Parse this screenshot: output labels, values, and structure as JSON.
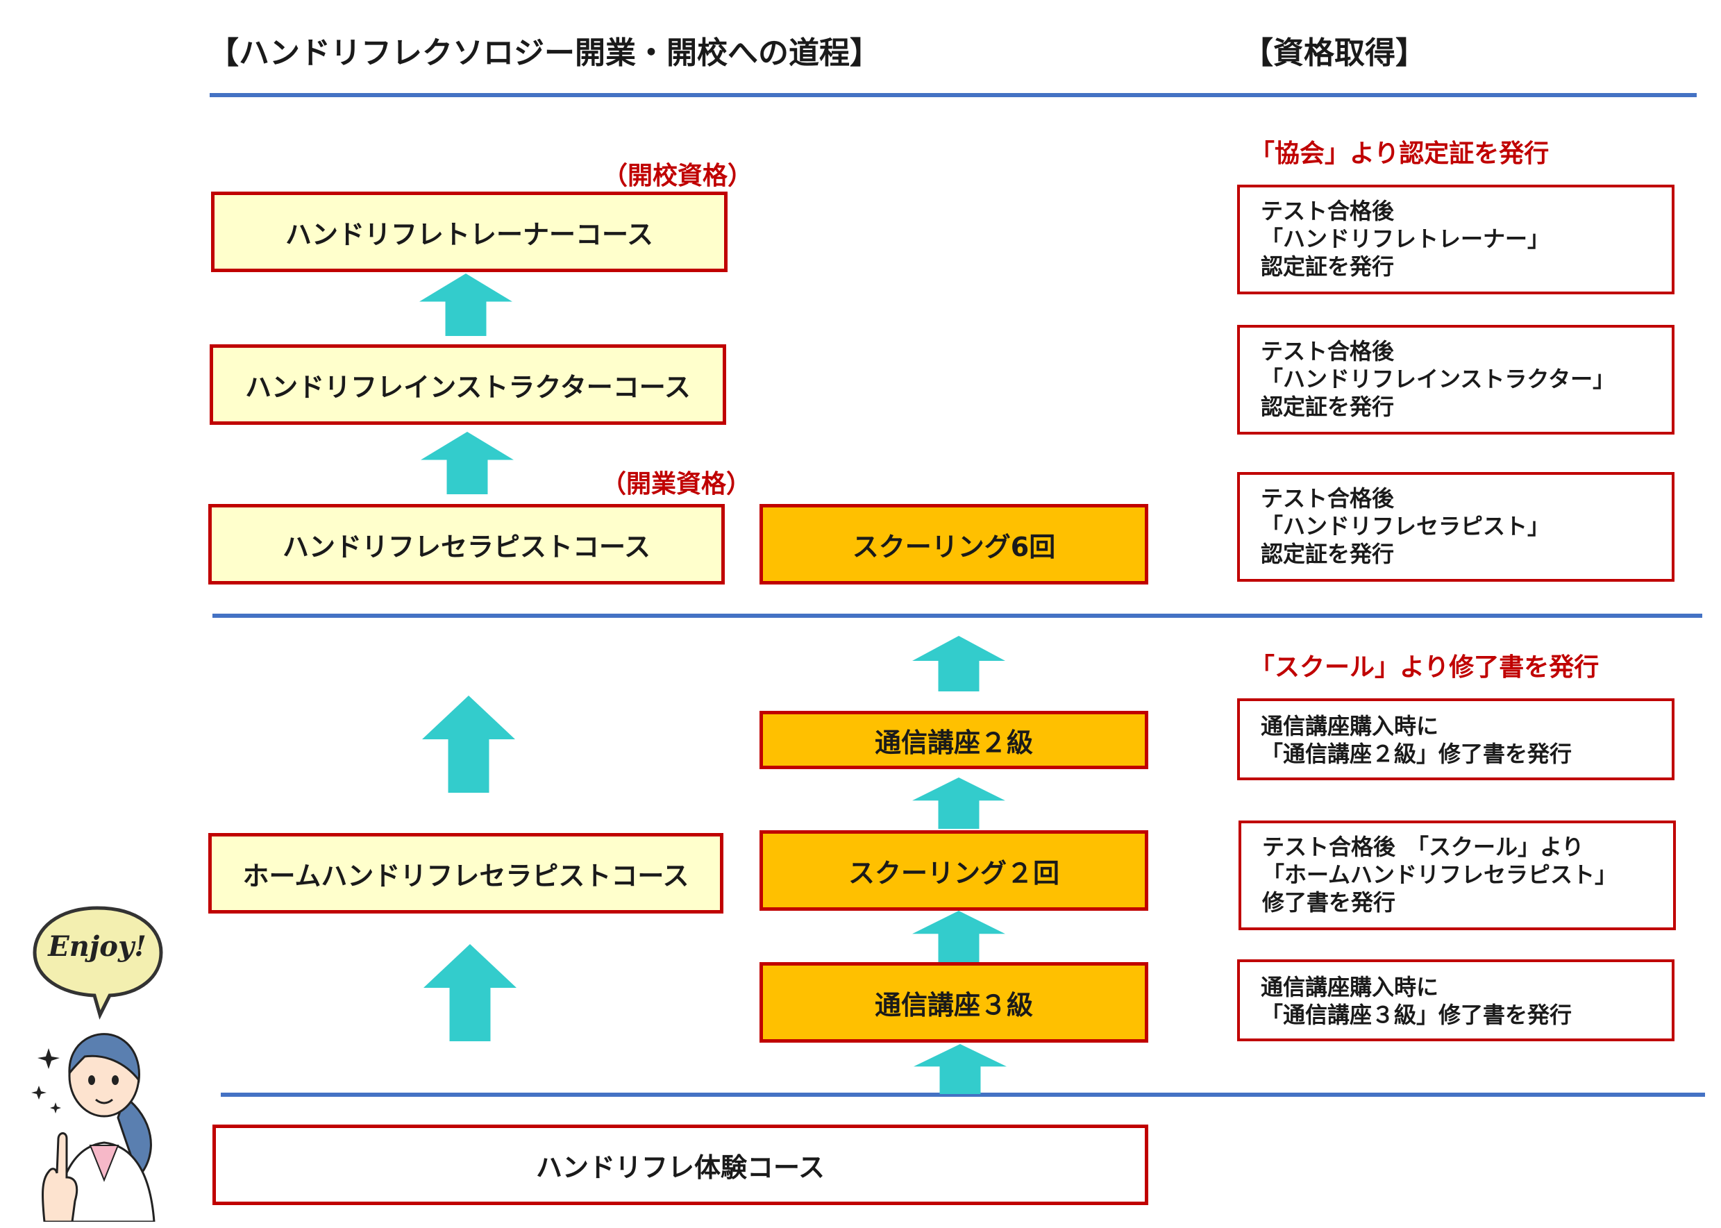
{
  "header": {
    "title": "【ハンドリフレクソロジー開業・開校への道程】",
    "right_title": "【資格取得】"
  },
  "labels": {
    "school_qualification": "（開校資格）",
    "business_qualification": "（開業資格）",
    "association_issue": "「協会」より認定証を発行",
    "school_issue": "「スクール」より修了書を発行"
  },
  "courses": {
    "trainer": "ハンドリフレトレーナーコース",
    "instructor": "ハンドリフレインストラクターコース",
    "therapist": "ハンドリフレセラピストコース",
    "home_therapist": "ホームハンドリフレセラピストコース",
    "trial": "ハンドリフレ体験コース"
  },
  "steps": {
    "schooling6": "スクーリング6回",
    "correspondence2": "通信講座２級",
    "schooling2": "スクーリング２回",
    "correspondence3": "通信講座３級"
  },
  "certificates": {
    "trainer": [
      "テスト合格後",
      "「ハンドリフレトレーナー」",
      "認定証を発行"
    ],
    "instructor": [
      "テスト合格後",
      "「ハンドリフレインストラクター」",
      "認定証を発行"
    ],
    "therapist": [
      "テスト合格後",
      "「ハンドリフレセラピスト」",
      "認定証を発行"
    ],
    "correspondence2": [
      "通信講座購入時に",
      "「通信講座２級」修了書を発行"
    ],
    "home_therapist": [
      "テスト合格後　「スクール」より",
      "「ホームハンドリフレセラピスト」",
      "修了書を発行"
    ],
    "correspondence3": [
      "通信講座購入時に",
      "「通信講座３級」修了書を発行"
    ]
  },
  "illustration": {
    "speech": "Enjoy!"
  },
  "colors": {
    "rule": "#4472c4",
    "border": "#c00000",
    "cream": "#ffffcc",
    "orange": "#ffc000",
    "arrow": "#33cccc"
  }
}
